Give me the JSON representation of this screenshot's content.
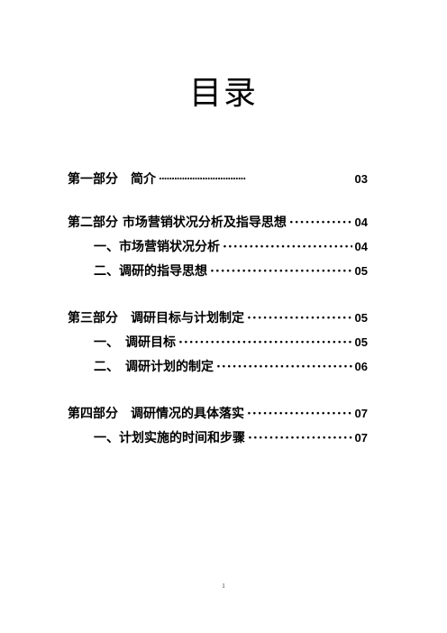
{
  "document": {
    "title": "目录",
    "footer_page_number": "1"
  },
  "toc": [
    {
      "text": "第一部分　简介",
      "leader": "··································",
      "page": "03"
    },
    {
      "text": "第二部分 市场营销状况分析及指导思想",
      "leader": "··················",
      "page": "04"
    },
    {
      "text": "一、市场营销状况分析",
      "leader": "···································",
      "page": "04"
    },
    {
      "text": "二、调研的指导思想",
      "leader": "···································",
      "page": "05"
    },
    {
      "text": "第三部分　调研目标与计划制定",
      "leader": "···································",
      "page": "05"
    },
    {
      "text": "一、　调研目标",
      "leader": "·························································",
      "page": "05"
    },
    {
      "text": "二、　调研计划的制定",
      "leader": "·······························································",
      "page": "06"
    },
    {
      "text": "第四部分　调研情况的具体落实",
      "leader": "··································",
      "page": "07"
    },
    {
      "text": "一、计划实施的时间和步骤",
      "leader": "··································",
      "page": "07"
    }
  ]
}
